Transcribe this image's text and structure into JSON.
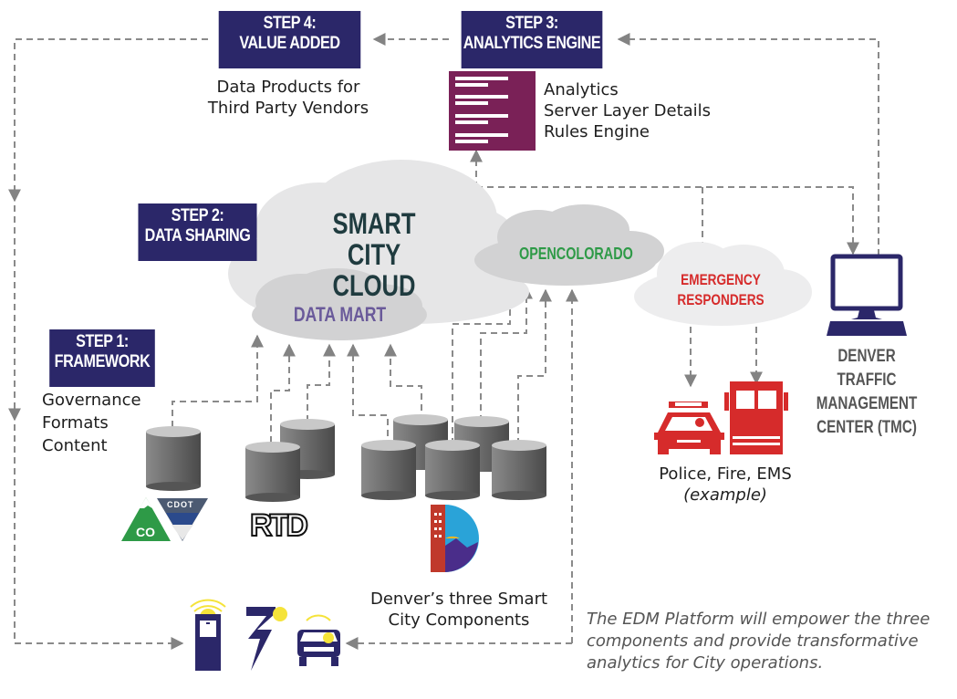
{
  "steps": {
    "step4": {
      "title": "STEP 4:",
      "subtitle": "VALUE ADDED",
      "desc": [
        "Data Products for",
        "Third Party Vendors"
      ]
    },
    "step3": {
      "title": "STEP 3:",
      "subtitle": "ANALYTICS ENGINE",
      "desc": [
        "Analytics",
        "Server Layer Details",
        "Rules Engine"
      ]
    },
    "step2": {
      "title": "STEP 2:",
      "subtitle": "DATA SHARING"
    },
    "step1": {
      "title": "STEP 1:",
      "subtitle": "FRAMEWORK",
      "desc": [
        "Governance",
        "Formats",
        "Content"
      ]
    }
  },
  "clouds": {
    "smart_city": [
      "SMART CITY",
      "CLOUD"
    ],
    "data_mart": "DATA MART",
    "open_colorado": "OPENCOLORADO",
    "emergency": [
      "EMERGENCY",
      "RESPONDERS"
    ]
  },
  "tmc": [
    "DENVER TRAFFIC",
    "MANAGEMENT",
    "CENTER (TMC)"
  ],
  "responders": {
    "label": "Police, Fire, EMS",
    "note": "(example)"
  },
  "logos": {
    "cdot": "CDOT",
    "co": "CO",
    "rtd": "RTD"
  },
  "components_label": [
    "Denver’s three Smart",
    "City Components"
  ],
  "caption": [
    "The EDM Platform will empower the three",
    "components and provide transformative",
    "analytics for City operations."
  ],
  "colors": {
    "navy": "#2b2769",
    "plum": "#7a2157",
    "red": "#d62b2b",
    "green": "#2e9a47",
    "purple": "#6a5a9a",
    "teal": "#1f3b3f",
    "arrow": "#8a8a8a",
    "yellow": "#f5e33a"
  }
}
